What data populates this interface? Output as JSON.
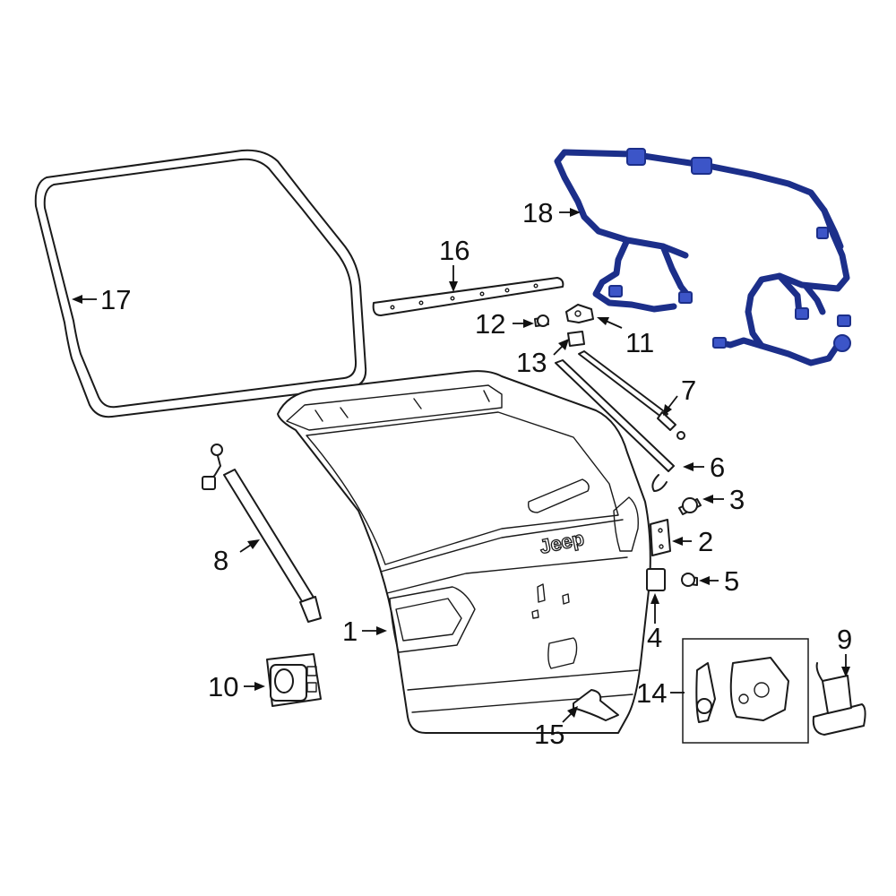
{
  "diagram": {
    "callouts": [
      {
        "id": "c1",
        "label": "1"
      },
      {
        "id": "c2",
        "label": "2"
      },
      {
        "id": "c3",
        "label": "3"
      },
      {
        "id": "c4",
        "label": "4"
      },
      {
        "id": "c5",
        "label": "5"
      },
      {
        "id": "c6",
        "label": "6"
      },
      {
        "id": "c7",
        "label": "7"
      },
      {
        "id": "c8",
        "label": "8"
      },
      {
        "id": "c9",
        "label": "9"
      },
      {
        "id": "c10",
        "label": "10"
      },
      {
        "id": "c11",
        "label": "11"
      },
      {
        "id": "c12",
        "label": "12"
      },
      {
        "id": "c13",
        "label": "13"
      },
      {
        "id": "c14",
        "label": "14"
      },
      {
        "id": "c15",
        "label": "15"
      },
      {
        "id": "c16",
        "label": "16"
      },
      {
        "id": "c17",
        "label": "17"
      },
      {
        "id": "c18",
        "label": "18"
      }
    ],
    "logo_text": "Jeep",
    "colors": {
      "line": "#1a1a1a",
      "harness": "#1c2f8a",
      "harness_fill": "#3c55c8",
      "background": "#ffffff"
    }
  }
}
